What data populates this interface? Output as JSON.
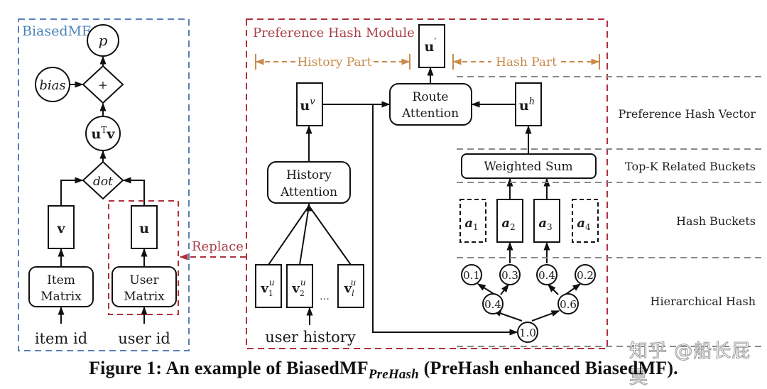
{
  "biasedmf": {
    "title": "BiasedMF",
    "nodes": {
      "p": "p",
      "bias": "bias",
      "plus": "+",
      "utv_u": "u",
      "utv_t": "T",
      "utv_v": "v",
      "dot": "dot",
      "v": "v",
      "u": "u",
      "item_matrix": [
        "Item",
        "Matrix"
      ],
      "user_matrix": [
        "User",
        "Matrix"
      ],
      "item_id": "item id",
      "user_id": "user id"
    }
  },
  "replace_label": "Replace",
  "phm": {
    "title": "Preference Hash Module",
    "history_part": "History Part",
    "hash_part": "Hash Part",
    "u_prime": "u",
    "u_prime_mark": "′",
    "uv": "u",
    "uv_sup": "v",
    "uh": "u",
    "uh_sup": "h",
    "route_attention": [
      "Route",
      "Attention"
    ],
    "history_attention": [
      "History",
      "Attention"
    ],
    "history_items": [
      {
        "base": "v",
        "sub": "1",
        "sup": "u"
      },
      {
        "base": "v",
        "sub": "2",
        "sup": "u"
      },
      {
        "base": "v",
        "sub": "l",
        "sup": "u"
      }
    ],
    "ellipsis": "…",
    "user_history": "user history",
    "weighted_sum": "Weighted Sum",
    "buckets": [
      {
        "base": "a",
        "sub": "1",
        "selected": false
      },
      {
        "base": "a",
        "sub": "2",
        "selected": true
      },
      {
        "base": "a",
        "sub": "3",
        "selected": true
      },
      {
        "base": "a",
        "sub": "4",
        "selected": false
      }
    ],
    "hash_tree": {
      "root": "1.0",
      "level1": [
        "0.4",
        "0.6"
      ],
      "level2": [
        "0.1",
        "0.3",
        "0.4",
        "0.2"
      ]
    }
  },
  "layers": [
    "Preference Hash Vector",
    "Top-K Related Buckets",
    "Hash Buckets",
    "Hierarchical Hash"
  ],
  "colors": {
    "blue_box": "#5b7fb8",
    "blue_text": "#4a84b8",
    "red_box": "#b0303a",
    "red_text": "#a8404a",
    "orange": "#c98a4a",
    "gray_dash": "#8a8a8a"
  },
  "caption": {
    "prefix": "Figure 1: An example of BiasedMF",
    "sub": "PreHash",
    "suffix": " (PreHash enhanced BiasedMF)."
  },
  "watermark": "知乎 @船长屁莫"
}
